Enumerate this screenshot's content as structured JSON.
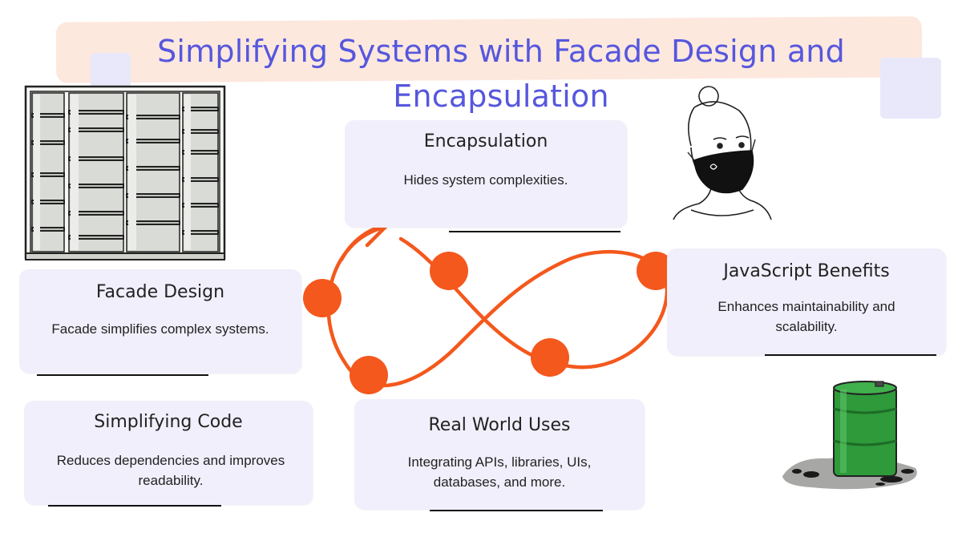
{
  "title": "Simplifying Systems with Facade Design and Encapsulation",
  "cards": {
    "encapsulation": {
      "title": "Encapsulation",
      "text": "Hides system complexities."
    },
    "facade": {
      "title": "Facade Design",
      "text": "Facade simplifies complex systems."
    },
    "javascript": {
      "title": "JavaScript Benefits",
      "text": "Enhances maintainability and scalability."
    },
    "simplifying": {
      "title": "Simplifying Code",
      "text": "Reduces dependencies and improves readability."
    },
    "realworld": {
      "title": "Real World Uses",
      "text": "Integrating APIs, libraries, UIs, databases, and more."
    }
  },
  "colors": {
    "title": "#5657dd",
    "card_bg": "#f0effb",
    "title_band": "#fde8de",
    "infinity": "#f4581c",
    "barrel": "#2e9a3a"
  },
  "illustrations": [
    "bookshelf-illustration",
    "masked-person-illustration",
    "oil-barrel-illustration",
    "infinity-loop-icon"
  ]
}
